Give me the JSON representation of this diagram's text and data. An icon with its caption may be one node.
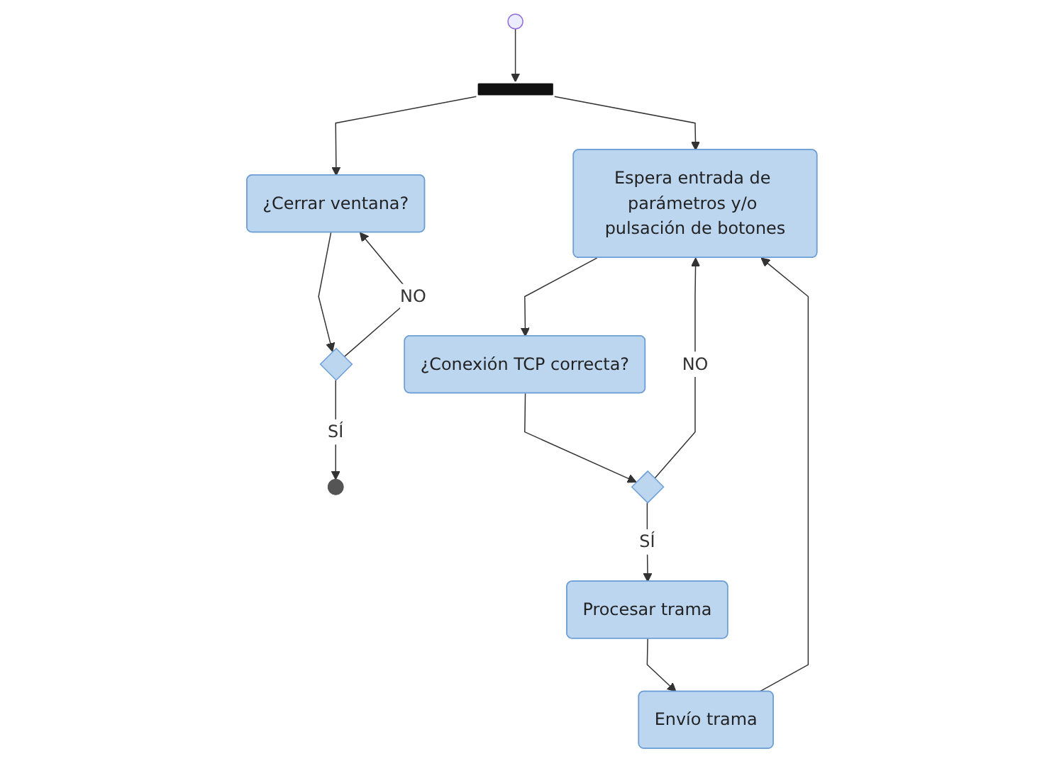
{
  "diagram": {
    "nodes": [
      {
        "text": [],
        "shape": "circle"
      },
      {
        "text": [],
        "shape": "bar"
      },
      {
        "text": [
          "¿Cerrar ventana?"
        ]
      },
      {
        "text": [],
        "shape": "diamond"
      },
      {
        "text": [],
        "shape": "circle"
      },
      {
        "text": [
          "Espera entrada de parámetros y/o pulsación de botones"
        ]
      },
      {
        "text": [
          "¿Conexión TCP correcta?"
        ]
      },
      {
        "text": [],
        "shape": "diamond"
      },
      {
        "text": [
          "Procesar trama"
        ]
      },
      {
        "text": [
          "Envío trama"
        ]
      }
    ],
    "edges": [
      {
        "from": 0,
        "to": 1,
        "arrow": "to"
      },
      {
        "from": 1,
        "to": 2,
        "arrow": "to"
      },
      {
        "from": 1,
        "to": 5,
        "arrow": "to"
      },
      {
        "from": 2,
        "to": 3,
        "arrow": "to"
      },
      {
        "from": 3,
        "to": 2,
        "arrow": "to",
        "label": "NO"
      },
      {
        "from": 3,
        "to": 4,
        "arrow": "to",
        "label": "SÍ"
      },
      {
        "from": 5,
        "to": 6,
        "arrow": "to"
      },
      {
        "from": 6,
        "to": 7,
        "arrow": "to"
      },
      {
        "from": 7,
        "to": 5,
        "arrow": "to",
        "label": "NO"
      },
      {
        "from": 7,
        "to": 8,
        "arrow": "to",
        "label": "SÍ"
      },
      {
        "from": 8,
        "to": 9,
        "arrow": "to"
      },
      {
        "from": 9,
        "to": 5,
        "arrow": "to"
      }
    ]
  }
}
